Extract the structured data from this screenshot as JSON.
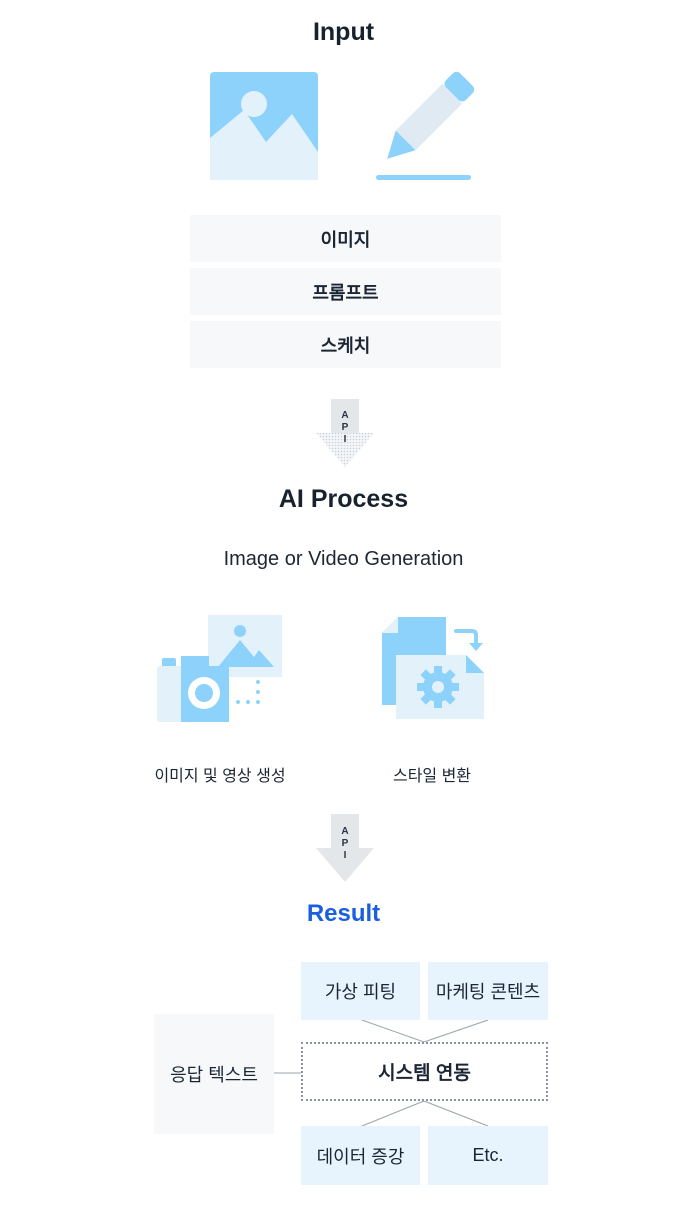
{
  "input": {
    "title": "Input",
    "icons": [
      "image-icon",
      "pencil-icon"
    ],
    "items": [
      "이미지",
      "프롬프트",
      "스케치"
    ]
  },
  "arrows": {
    "label": [
      "A",
      "P",
      "I"
    ]
  },
  "process": {
    "title": "AI Process",
    "subtitle": "Image or Video Generation",
    "features": [
      {
        "icon": "camera-gallery-icon",
        "label": "이미지 및 영상 생성"
      },
      {
        "icon": "file-gear-icon",
        "label": "스타일 변환"
      }
    ]
  },
  "result": {
    "title": "Result",
    "response_text": "응답 텍스트",
    "system": "시스템 연동",
    "top_items": [
      "가상 피팅",
      "마케팅 콘텐츠"
    ],
    "bottom_items": [
      "데이터 증강",
      "Etc."
    ]
  },
  "colors": {
    "icon_blue": "#8cd2fb",
    "icon_light": "#e3f1fb",
    "box_blue": "#e8f4fd",
    "box_grey": "#f6f8fa",
    "result_title": "#1a5fe0",
    "arrow": "#e4e7ea"
  }
}
